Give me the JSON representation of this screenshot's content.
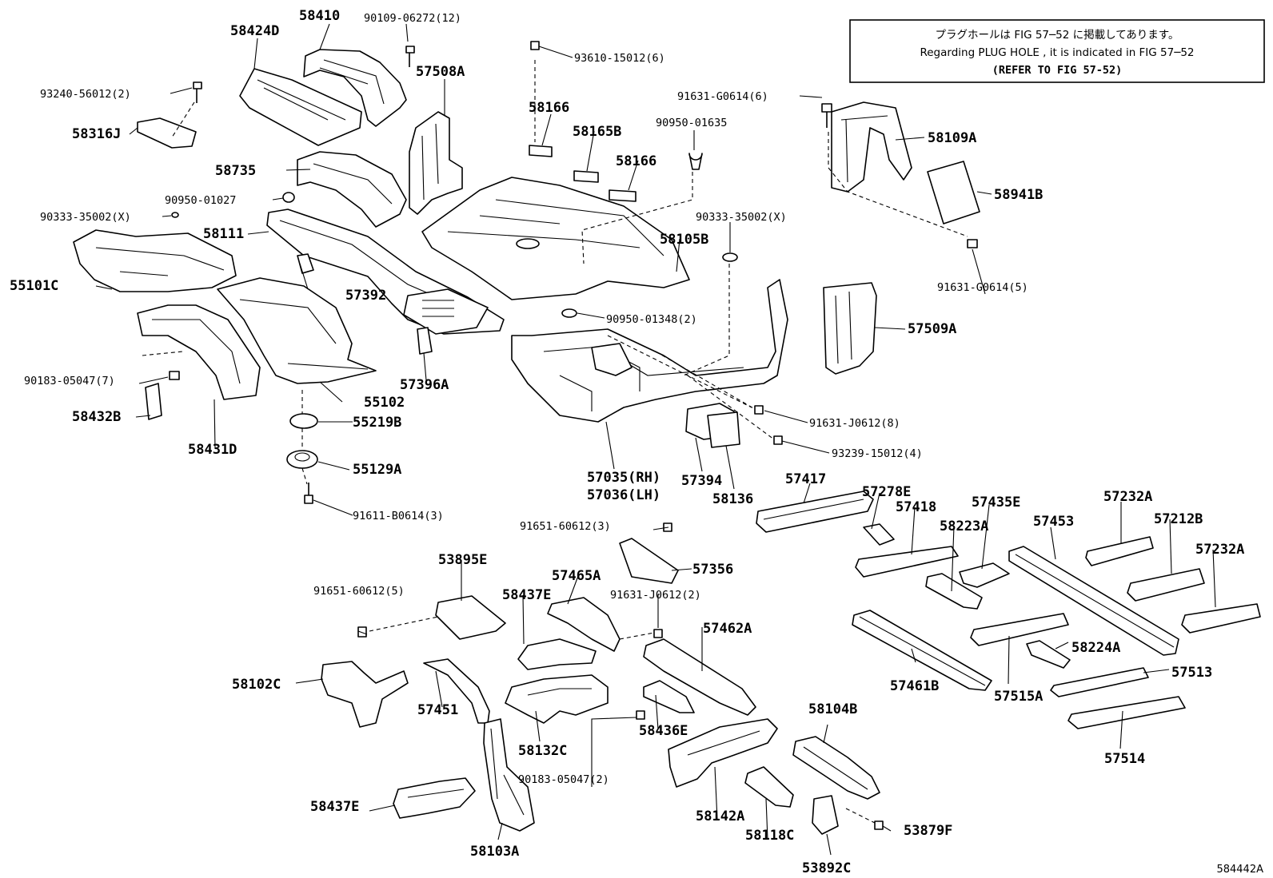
{
  "note": {
    "line1": "プラグホールは FIG 57─52 に掲載してあります。",
    "line2": "Regarding  PLUG  HOLE , it is indicated in FIG  57─52",
    "line3": "(REFER TO FIG 57-52)"
  },
  "drawing_number": "584442A",
  "labels": [
    "58424D",
    "58410",
    "90109-06272(12)",
    "93240-56012(2)",
    "58316J",
    "58735",
    "90950-01027",
    "90333-35002(X)",
    "58111",
    "55101C",
    "57392",
    "90183-05047(7)",
    "58432B",
    "58431D",
    "55102",
    "55219B",
    "55129A",
    "91611-B0614(3)",
    "57508A",
    "57396A",
    "93610-15012(6)",
    "58166",
    "58165B",
    "58166",
    "90950-01635",
    "90333-35002(X)",
    "58105B",
    "90950-01348(2)",
    "57035(RH)",
    "57036(LH)",
    "57394",
    "58136",
    "91631-J0612(8)",
    "93239-15012(4)",
    "91631-G0614(6)",
    "58109A",
    "58941B",
    "91631-G0614(5)",
    "57509A",
    "57417",
    "57278E",
    "57418",
    "57435E",
    "58223A",
    "57453",
    "57232A",
    "57212B",
    "57232A",
    "58224A",
    "57513",
    "57461B",
    "57515A",
    "57514",
    "91651-60612(3)",
    "57356",
    "53895E",
    "91651-60612(5)",
    "57465A",
    "58437E",
    "91631-J0612(2)",
    "57462A",
    "58102C",
    "57451",
    "58132C",
    "58436E",
    "90183-05047(2)",
    "58104B",
    "58437E",
    "58142A",
    "58118C",
    "53879F",
    "58103A",
    "53892C"
  ]
}
